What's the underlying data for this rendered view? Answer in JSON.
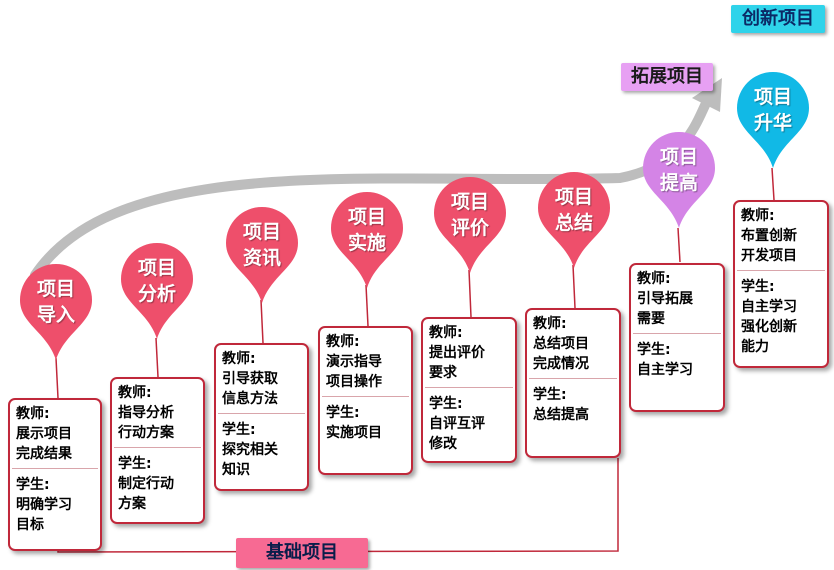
{
  "tags": {
    "innovation": "创新项目",
    "extension": "拓展项目",
    "foundation": "基础项目"
  },
  "stages": [
    {
      "title": "项目\n导入",
      "teacher_label": "教师:",
      "teacher": "展示项目\n完成结果",
      "student_label": "学生:",
      "student": "明确学习\n目标"
    },
    {
      "title": "项目\n分析",
      "teacher_label": "教师:",
      "teacher": "指导分析\n行动方案",
      "student_label": "学生:",
      "student": "制定行动\n方案"
    },
    {
      "title": "项目\n资讯",
      "teacher_label": "教师:",
      "teacher": "引导获取\n信息方法",
      "student_label": "学生:",
      "student": "探究相关\n知识"
    },
    {
      "title": "项目\n实施",
      "teacher_label": "教师:",
      "teacher": "演示指导\n项目操作",
      "student_label": "学生:",
      "student": "实施项目"
    },
    {
      "title": "项目\n评价",
      "teacher_label": "教师:",
      "teacher": "提出评价\n要求",
      "student_label": "学生:",
      "student": "自评互评\n修改"
    },
    {
      "title": "项目\n总结",
      "teacher_label": "教师:",
      "teacher": "总结项目\n完成情况",
      "student_label": "学生:",
      "student": "总结提高"
    },
    {
      "title": "项目\n提高",
      "teacher_label": "教师:",
      "teacher": "引导拓展\n需要",
      "student_label": "学生:",
      "student": "自主学习"
    },
    {
      "title": "项目\n升华",
      "teacher_label": "教师:",
      "teacher": "布置创新\n开发项目",
      "student_label": "学生:",
      "student": "自主学习\n强化创新\n能力"
    }
  ],
  "colors": {
    "pin_red": "#ee4f6b",
    "pin_violet": "#d484e6",
    "pin_cyan": "#11b9e6",
    "border": "#c0283a",
    "arrow": "#bdbdbd",
    "tag_innovation": "#2fd3ea",
    "tag_extension": "#e7a0f3",
    "tag_foundation": "#f76a93"
  }
}
